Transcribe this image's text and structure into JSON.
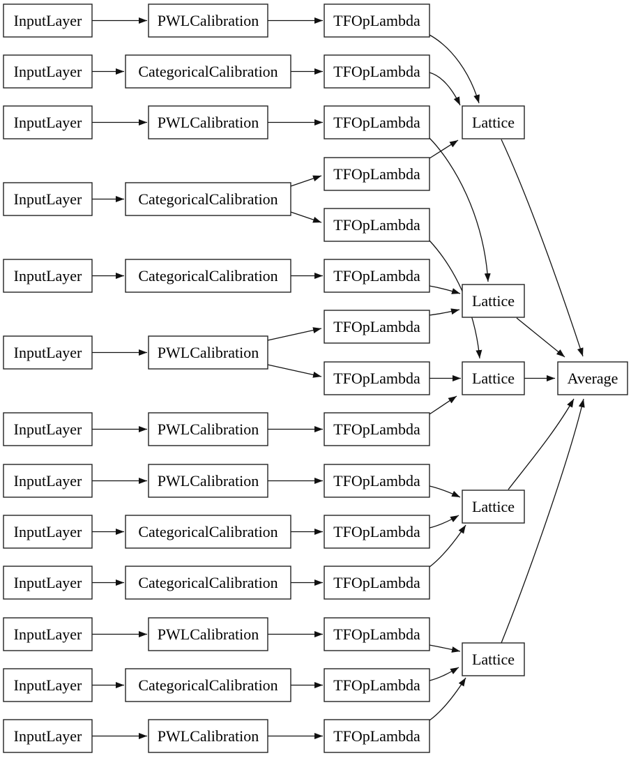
{
  "diagram": {
    "kind": "model-architecture-graph",
    "node_fill": "#ffffff",
    "node_border": "#222222",
    "edge_color": "#111111",
    "text_color": "#000000"
  },
  "nodes": [
    {
      "id": "input_1",
      "label": "InputLayer"
    },
    {
      "id": "input_2",
      "label": "InputLayer"
    },
    {
      "id": "input_3",
      "label": "InputLayer"
    },
    {
      "id": "input_4",
      "label": "InputLayer"
    },
    {
      "id": "input_5",
      "label": "InputLayer"
    },
    {
      "id": "input_6",
      "label": "InputLayer"
    },
    {
      "id": "input_7",
      "label": "InputLayer"
    },
    {
      "id": "input_8",
      "label": "InputLayer"
    },
    {
      "id": "input_9",
      "label": "InputLayer"
    },
    {
      "id": "input_10",
      "label": "InputLayer"
    },
    {
      "id": "input_11",
      "label": "InputLayer"
    },
    {
      "id": "input_12",
      "label": "InputLayer"
    },
    {
      "id": "input_13",
      "label": "InputLayer"
    },
    {
      "id": "cal_1",
      "label": "PWLCalibration"
    },
    {
      "id": "cal_2",
      "label": "CategoricalCalibration"
    },
    {
      "id": "cal_3",
      "label": "PWLCalibration"
    },
    {
      "id": "cal_4",
      "label": "CategoricalCalibration"
    },
    {
      "id": "cal_5",
      "label": "CategoricalCalibration"
    },
    {
      "id": "cal_6",
      "label": "PWLCalibration"
    },
    {
      "id": "cal_7",
      "label": "PWLCalibration"
    },
    {
      "id": "cal_8",
      "label": "PWLCalibration"
    },
    {
      "id": "cal_9",
      "label": "CategoricalCalibration"
    },
    {
      "id": "cal_10",
      "label": "CategoricalCalibration"
    },
    {
      "id": "cal_11",
      "label": "PWLCalibration"
    },
    {
      "id": "cal_12",
      "label": "CategoricalCalibration"
    },
    {
      "id": "cal_13",
      "label": "PWLCalibration"
    },
    {
      "id": "lambda_1",
      "label": "TFOpLambda"
    },
    {
      "id": "lambda_2",
      "label": "TFOpLambda"
    },
    {
      "id": "lambda_3",
      "label": "TFOpLambda"
    },
    {
      "id": "lambda_4",
      "label": "TFOpLambda"
    },
    {
      "id": "lambda_5",
      "label": "TFOpLambda"
    },
    {
      "id": "lambda_6",
      "label": "TFOpLambda"
    },
    {
      "id": "lambda_7",
      "label": "TFOpLambda"
    },
    {
      "id": "lambda_8",
      "label": "TFOpLambda"
    },
    {
      "id": "lambda_9",
      "label": "TFOpLambda"
    },
    {
      "id": "lambda_10",
      "label": "TFOpLambda"
    },
    {
      "id": "lambda_11",
      "label": "TFOpLambda"
    },
    {
      "id": "lambda_12",
      "label": "TFOpLambda"
    },
    {
      "id": "lambda_13",
      "label": "TFOpLambda"
    },
    {
      "id": "lambda_14",
      "label": "TFOpLambda"
    },
    {
      "id": "lambda_15",
      "label": "TFOpLambda"
    },
    {
      "id": "lattice_1",
      "label": "Lattice"
    },
    {
      "id": "lattice_2",
      "label": "Lattice"
    },
    {
      "id": "lattice_3",
      "label": "Lattice"
    },
    {
      "id": "lattice_4",
      "label": "Lattice"
    },
    {
      "id": "lattice_5",
      "label": "Lattice"
    },
    {
      "id": "average",
      "label": "Average"
    }
  ],
  "edges": [
    {
      "from": "input_1",
      "to": "cal_1"
    },
    {
      "from": "input_2",
      "to": "cal_2"
    },
    {
      "from": "input_3",
      "to": "cal_3"
    },
    {
      "from": "input_4",
      "to": "cal_4"
    },
    {
      "from": "input_5",
      "to": "cal_5"
    },
    {
      "from": "input_6",
      "to": "cal_6"
    },
    {
      "from": "input_7",
      "to": "cal_7"
    },
    {
      "from": "input_8",
      "to": "cal_8"
    },
    {
      "from": "input_9",
      "to": "cal_9"
    },
    {
      "from": "input_10",
      "to": "cal_10"
    },
    {
      "from": "input_11",
      "to": "cal_11"
    },
    {
      "from": "input_12",
      "to": "cal_12"
    },
    {
      "from": "input_13",
      "to": "cal_13"
    },
    {
      "from": "cal_1",
      "to": "lambda_1"
    },
    {
      "from": "cal_2",
      "to": "lambda_2"
    },
    {
      "from": "cal_3",
      "to": "lambda_3"
    },
    {
      "from": "cal_4",
      "to": "lambda_4"
    },
    {
      "from": "cal_4",
      "to": "lambda_5"
    },
    {
      "from": "cal_5",
      "to": "lambda_6"
    },
    {
      "from": "cal_6",
      "to": "lambda_7"
    },
    {
      "from": "cal_6",
      "to": "lambda_8"
    },
    {
      "from": "cal_7",
      "to": "lambda_9"
    },
    {
      "from": "cal_8",
      "to": "lambda_10"
    },
    {
      "from": "cal_9",
      "to": "lambda_11"
    },
    {
      "from": "cal_10",
      "to": "lambda_12"
    },
    {
      "from": "cal_11",
      "to": "lambda_13"
    },
    {
      "from": "cal_12",
      "to": "lambda_14"
    },
    {
      "from": "cal_13",
      "to": "lambda_15"
    },
    {
      "from": "lambda_1",
      "to": "lattice_1"
    },
    {
      "from": "lambda_2",
      "to": "lattice_1"
    },
    {
      "from": "lambda_4",
      "to": "lattice_1"
    },
    {
      "from": "lambda_3",
      "to": "lattice_2"
    },
    {
      "from": "lambda_6",
      "to": "lattice_2"
    },
    {
      "from": "lambda_7",
      "to": "lattice_2"
    },
    {
      "from": "lambda_5",
      "to": "lattice_3"
    },
    {
      "from": "lambda_8",
      "to": "lattice_3"
    },
    {
      "from": "lambda_9",
      "to": "lattice_3"
    },
    {
      "from": "lambda_10",
      "to": "lattice_4"
    },
    {
      "from": "lambda_11",
      "to": "lattice_4"
    },
    {
      "from": "lambda_12",
      "to": "lattice_4"
    },
    {
      "from": "lambda_13",
      "to": "lattice_5"
    },
    {
      "from": "lambda_14",
      "to": "lattice_5"
    },
    {
      "from": "lambda_15",
      "to": "lattice_5"
    },
    {
      "from": "lattice_1",
      "to": "average"
    },
    {
      "from": "lattice_2",
      "to": "average"
    },
    {
      "from": "lattice_3",
      "to": "average"
    },
    {
      "from": "lattice_4",
      "to": "average"
    },
    {
      "from": "lattice_5",
      "to": "average"
    }
  ]
}
